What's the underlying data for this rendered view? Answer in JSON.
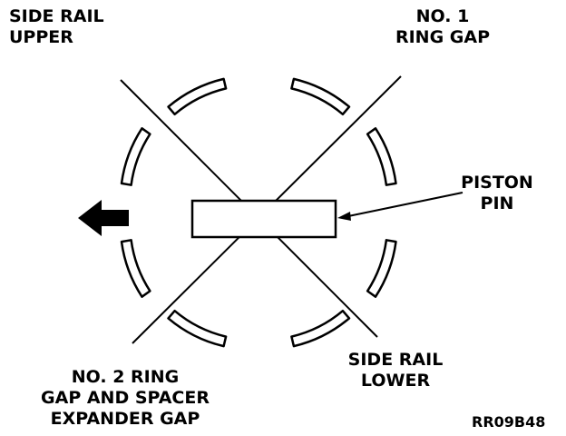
{
  "labels": {
    "side_rail_upper": [
      "SIDE RAIL",
      "UPPER"
    ],
    "no1_ring_gap": [
      "NO. 1",
      "RING GAP"
    ],
    "piston_pin": [
      "PISTON",
      "PIN"
    ],
    "side_rail_lower": [
      "SIDE RAIL",
      "LOWER"
    ],
    "no2_ring_gap": [
      "NO. 2 RING",
      "GAP AND SPACER",
      "EXPANDER GAP"
    ],
    "figure_code": "RR09B48"
  },
  "colors": {
    "ink": "#000000",
    "paper": "#ffffff"
  },
  "icons": {
    "direction_arrow": "left-arrow-icon"
  }
}
